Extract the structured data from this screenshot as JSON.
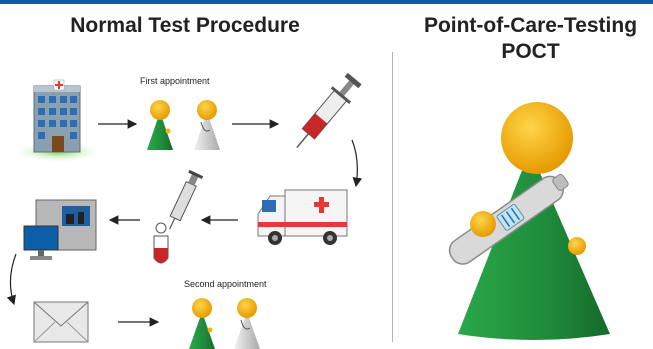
{
  "left_panel": {
    "title": "Normal Test Procedure",
    "first_appointment_label": "First appointment",
    "second_appointment_label": "Second appointment"
  },
  "right_panel": {
    "title_line1": "Point-of-Care-Testing",
    "title_line2": "POCT"
  },
  "colors": {
    "header_bar": "#0b5fa8",
    "patient_body": "#1f8a3a",
    "head": "#f4b400",
    "doctor_coat": "#d9d9d9",
    "ambulance_stripe": "#e53935",
    "syringe_fill": "#c62828",
    "building_window": "#2f6db3",
    "grass": "#6cc24a"
  },
  "icons": [
    "hospital-icon",
    "patient-icon",
    "doctor-icon",
    "syringe-icon",
    "ambulance-icon",
    "blood-tube-icon",
    "computer-icon",
    "envelope-icon",
    "poct-device-icon"
  ]
}
